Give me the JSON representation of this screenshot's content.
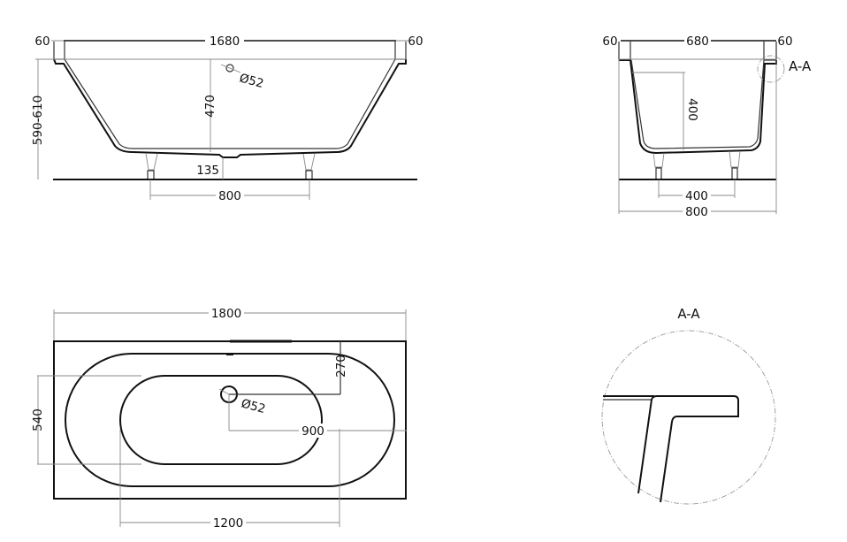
{
  "drawing": {
    "type": "technical drawing",
    "subject": "freestanding oval bathtub",
    "units": "mm",
    "line_color": "#111111",
    "dimension_line_color": "#8a8a8a"
  },
  "side_view": {
    "top_width_label": "1680",
    "left_rim_label": "60",
    "right_rim_label": "60",
    "height_label": "590-610",
    "inner_depth_label": "470",
    "floor_clearance_label": "135",
    "leg_spacing_label": "800",
    "overflow_diameter_label": "Ø52"
  },
  "end_view": {
    "top_width_label": "680",
    "left_rim_label": "60",
    "right_rim_label": "60",
    "inner_depth_label": "400",
    "leg_spacing_label": "400",
    "total_width_label": "800",
    "section_marker_label": "A-A"
  },
  "plan_view": {
    "total_length_label": "1800",
    "width_label": "540",
    "drain_offset_y_label": "270",
    "drain_offset_x_label": "900",
    "inner_bottom_length_label": "1200",
    "drain_diameter_label": "Ø52"
  },
  "detail_view": {
    "title": "A-A"
  }
}
